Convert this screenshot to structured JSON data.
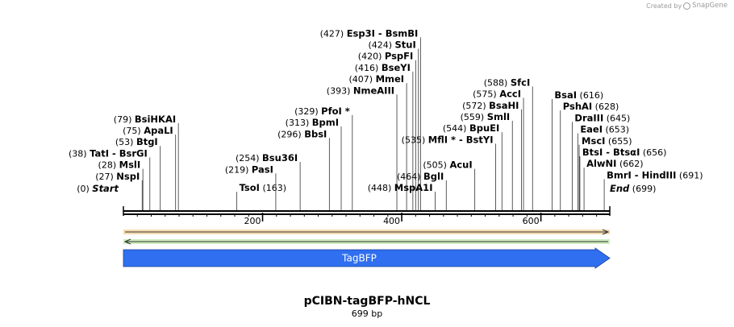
{
  "credit": {
    "prefix": "Created by",
    "brand": "SnapGene"
  },
  "plasmid": {
    "name": "pCIBN-tagBFP-hNCL",
    "length_label": "699 bp",
    "length": 699
  },
  "axis": {
    "ticks": [
      200,
      400,
      600
    ]
  },
  "ends": [
    {
      "pos": 0,
      "pos_label": "(0)",
      "name": "Start"
    },
    {
      "pos": 699,
      "pos_label": "(699)",
      "name": "End"
    }
  ],
  "enzymes": [
    {
      "name": "TsoI",
      "pos": 163,
      "pos_label": "(163)",
      "side": "right"
    },
    {
      "name": "NspI",
      "pos": 27,
      "pos_label": "(27)",
      "side": "left"
    },
    {
      "name": "MslI",
      "pos": 28,
      "pos_label": "(28)",
      "side": "left"
    },
    {
      "name": "TatI  -  BsrGI",
      "pos": 38,
      "pos_label": "(38)",
      "side": "left"
    },
    {
      "name": "BtgI",
      "pos": 53,
      "pos_label": "(53)",
      "side": "left"
    },
    {
      "name": "ApaLI",
      "pos": 75,
      "pos_label": "(75)",
      "side": "left"
    },
    {
      "name": "BsiHKAI",
      "pos": 79,
      "pos_label": "(79)",
      "side": "left"
    },
    {
      "name": "PasI",
      "pos": 219,
      "pos_label": "(219)",
      "side": "left"
    },
    {
      "name": "Bsu36I",
      "pos": 254,
      "pos_label": "(254)",
      "side": "left"
    },
    {
      "name": "BbsI",
      "pos": 296,
      "pos_label": "(296)",
      "side": "left"
    },
    {
      "name": "BpmI",
      "pos": 313,
      "pos_label": "(313)",
      "side": "left"
    },
    {
      "name": "PfoI *",
      "pos": 329,
      "pos_label": "(329)",
      "side": "left"
    },
    {
      "name": "NmeAIII",
      "pos": 393,
      "pos_label": "(393)",
      "side": "left"
    },
    {
      "name": "MmeI",
      "pos": 407,
      "pos_label": "(407)",
      "side": "left"
    },
    {
      "name": "BseYI",
      "pos": 416,
      "pos_label": "(416)",
      "side": "left"
    },
    {
      "name": "PspFI",
      "pos": 420,
      "pos_label": "(420)",
      "side": "left"
    },
    {
      "name": "StuI",
      "pos": 424,
      "pos_label": "(424)",
      "side": "left"
    },
    {
      "name": "Esp3I  -  BsmBI",
      "pos": 427,
      "pos_label": "(427)",
      "side": "left"
    },
    {
      "name": "MspA1I",
      "pos": 448,
      "pos_label": "(448)",
      "side": "left"
    },
    {
      "name": "BglI",
      "pos": 464,
      "pos_label": "(464)",
      "side": "left"
    },
    {
      "name": "AcuI",
      "pos": 505,
      "pos_label": "(505)",
      "side": "left"
    },
    {
      "name": "MflI *  -  BstYI",
      "pos": 535,
      "pos_label": "(535)",
      "side": "left"
    },
    {
      "name": "BpuEI",
      "pos": 544,
      "pos_label": "(544)",
      "side": "left"
    },
    {
      "name": "SmlI",
      "pos": 559,
      "pos_label": "(559)",
      "side": "left"
    },
    {
      "name": "BsaHI",
      "pos": 572,
      "pos_label": "(572)",
      "side": "left"
    },
    {
      "name": "AccI",
      "pos": 575,
      "pos_label": "(575)",
      "side": "left"
    },
    {
      "name": "SfcI",
      "pos": 588,
      "pos_label": "(588)",
      "side": "left"
    },
    {
      "name": "BsaI",
      "pos": 616,
      "pos_label": "(616)",
      "side": "right"
    },
    {
      "name": "PshAI",
      "pos": 628,
      "pos_label": "(628)",
      "side": "right"
    },
    {
      "name": "DraIII",
      "pos": 645,
      "pos_label": "(645)",
      "side": "right"
    },
    {
      "name": "EaeI",
      "pos": 653,
      "pos_label": "(653)",
      "side": "right"
    },
    {
      "name": "MscI",
      "pos": 655,
      "pos_label": "(655)",
      "side": "right"
    },
    {
      "name": "BtsI  -  BtsαI",
      "pos": 656,
      "pos_label": "(656)",
      "side": "right"
    },
    {
      "name": "AlwNI",
      "pos": 662,
      "pos_label": "(662)",
      "side": "right"
    },
    {
      "name": "BmrI  -  HindIII",
      "pos": 691,
      "pos_label": "(691)",
      "side": "right"
    }
  ],
  "features": [
    {
      "name": "TagBFP",
      "start": 0,
      "end": 699,
      "color": "#2f6ff0",
      "direction": "forward"
    }
  ],
  "orf_tracks": [
    {
      "color": "#e8a23a",
      "fill": "#f6dcb2",
      "direction": "forward"
    },
    {
      "color": "#47a32c",
      "fill": "#cfeebf",
      "direction": "reverse"
    }
  ]
}
